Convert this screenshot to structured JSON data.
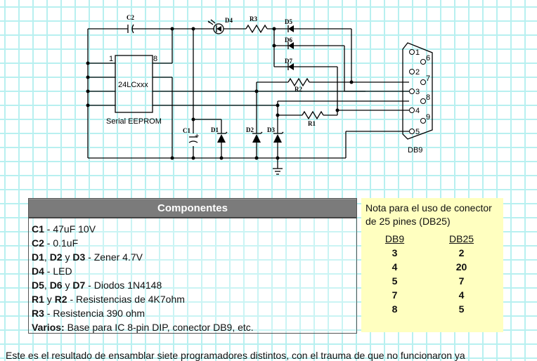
{
  "schematic": {
    "ic_label": "24LCxxx",
    "ic_caption": "Serial EEPROM",
    "ic_pin1": "1",
    "ic_pin8": "8",
    "connector_label": "DB9",
    "connector_pins": [
      "1",
      "2",
      "3",
      "4",
      "5",
      "6",
      "7",
      "8",
      "9"
    ],
    "labels": {
      "c1": "C1",
      "c2": "C2",
      "d1": "D1",
      "d2": "D2",
      "d3": "D3",
      "d4": "D4",
      "d5": "D5",
      "d6": "D6",
      "d7": "D7",
      "r1": "R1",
      "r2": "R2",
      "r3": "R3",
      "plus": "+"
    }
  },
  "components": {
    "title": "Componentes",
    "items": [
      {
        "parts": [
          {
            "b": "C1"
          }
        ],
        "desc": " - 47uF 10V"
      },
      {
        "parts": [
          {
            "b": "C2"
          }
        ],
        "desc": " - 0.1uF"
      },
      {
        "parts": [
          {
            "b": "D1"
          },
          {
            "t": ", "
          },
          {
            "b": "D2"
          },
          {
            "t": " y "
          },
          {
            "b": "D3"
          }
        ],
        "desc": " - Zener 4.7V"
      },
      {
        "parts": [
          {
            "b": "D4"
          }
        ],
        "desc": " - LED"
      },
      {
        "parts": [
          {
            "b": "D5"
          },
          {
            "t": ", "
          },
          {
            "b": "D6"
          },
          {
            "t": " y "
          },
          {
            "b": "D7"
          }
        ],
        "desc": " - Diodos 1N4148"
      },
      {
        "parts": [
          {
            "b": "R1"
          },
          {
            "t": " y "
          },
          {
            "b": "R2"
          }
        ],
        "desc": " - Resistencias de 4K7ohm"
      },
      {
        "parts": [
          {
            "b": "R3"
          }
        ],
        "desc": " - Resistencia 390 ohm"
      },
      {
        "parts": [
          {
            "b": "Varios:"
          }
        ],
        "desc": " Base para IC 8-pin DIP, conector DB9, etc."
      }
    ]
  },
  "note": {
    "text": "Nota para el uso de conector de 25 pines (DB25)",
    "col_headers": [
      "DB9",
      "DB25"
    ],
    "rows": [
      [
        "3",
        "2"
      ],
      [
        "4",
        "20"
      ],
      [
        "5",
        "7"
      ],
      [
        "7",
        "4"
      ],
      [
        "8",
        "5"
      ]
    ]
  },
  "footer": {
    "text": "Este es el resultado de ensamblar siete programadores distintos, con el trauma de que no funcionaron ya"
  }
}
